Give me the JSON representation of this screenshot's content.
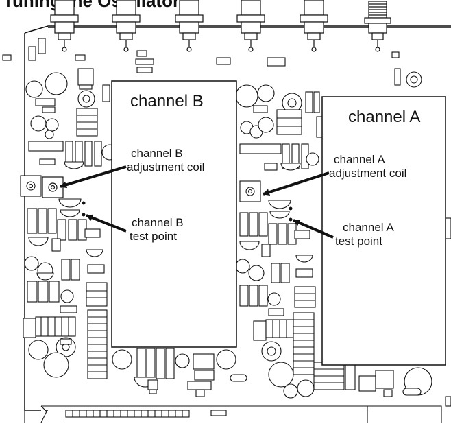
{
  "diagram": {
    "title": "Tuning the Oscillator",
    "channel_b": {
      "panel_label": "channel B",
      "coil_label_line1": "channel B",
      "coil_label_line2": "adjustment coil",
      "testpoint_label_line1": "channel B",
      "testpoint_label_line2": "test point"
    },
    "channel_a": {
      "panel_label": "channel A",
      "coil_label_line1": "channel A",
      "coil_label_line2": "adjustment coil",
      "testpoint_label_line1": "channel A",
      "testpoint_label_line2": "test point"
    },
    "colors": {
      "ink": "#111111",
      "paper": "#ffffff"
    }
  }
}
